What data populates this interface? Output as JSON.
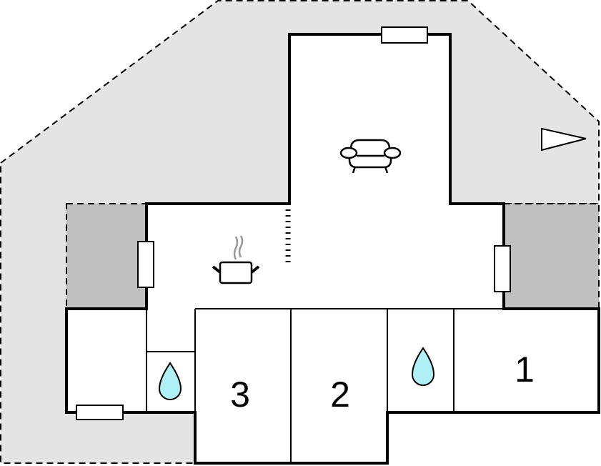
{
  "rooms": [
    {
      "label": "1",
      "type": "bedroom"
    },
    {
      "label": "2",
      "type": "bedroom"
    },
    {
      "label": "3",
      "type": "bedroom"
    }
  ],
  "icons": [
    "living-room-sofa-icon",
    "kitchen-pot-icon",
    "bathroom-drop-icon",
    "north-arrow-icon"
  ],
  "colors": {
    "outdoor": "#e4e4e4",
    "terrace": "#c0c0c0",
    "water": "#aef0f5",
    "wall": "#000000"
  }
}
